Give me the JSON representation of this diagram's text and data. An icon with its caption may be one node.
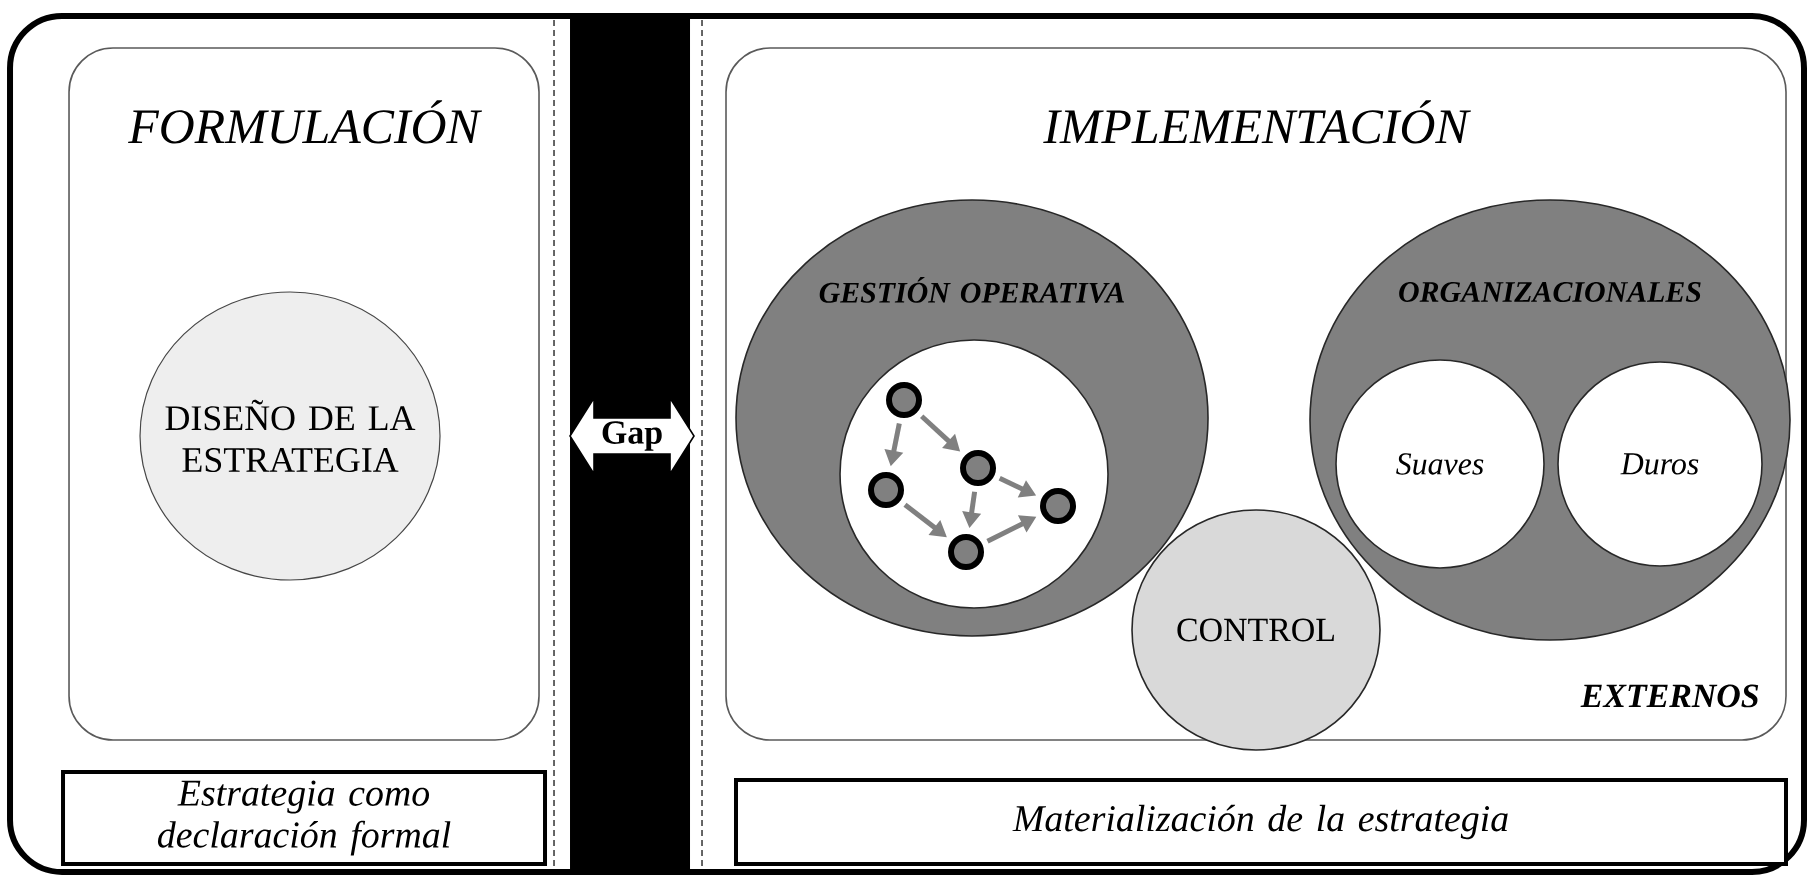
{
  "diagram": {
    "nodes": [
      {
        "text": [
          "FORMULACIÓN"
        ]
      },
      {
        "text": [
          "DISEÑO DE LA ESTRATEGIA"
        ],
        "in": 0
      },
      {
        "text": [
          "Estrategia como declaración formal"
        ]
      },
      {
        "text": [
          "IMPLEMENTACIÓN"
        ]
      },
      {
        "text": [
          "GESTIÓN OPERATIVA"
        ],
        "in": 3
      },
      {
        "text": [],
        "shape": "circle",
        "in": 4
      },
      {
        "text": [],
        "shape": "circle",
        "in": 5
      },
      {
        "text": [],
        "shape": "circle",
        "in": 5
      },
      {
        "text": [],
        "shape": "circle",
        "in": 5
      },
      {
        "text": [],
        "shape": "circle",
        "in": 5
      },
      {
        "text": [],
        "shape": "circle",
        "in": 5
      },
      {
        "text": [
          "ORGANIZACIONALES"
        ],
        "in": 3
      },
      {
        "text": [
          "Suaves"
        ],
        "in": 11
      },
      {
        "text": [
          "Duros"
        ],
        "in": 11
      },
      {
        "text": [
          "CONTROL"
        ],
        "in": 3
      },
      {
        "text": [
          "Materialización de la estrategia"
        ]
      },
      {
        "text": [
          "Gap"
        ]
      }
    ],
    "edges": [
      {
        "from": 6,
        "to": 8,
        "arrow": "to"
      },
      {
        "from": 6,
        "to": 7,
        "arrow": "to"
      },
      {
        "from": 7,
        "to": 9,
        "arrow": "to"
      },
      {
        "from": 8,
        "to": 9,
        "arrow": "to"
      },
      {
        "from": 8,
        "to": 10,
        "arrow": "to"
      },
      {
        "from": 9,
        "to": 10,
        "arrow": "to"
      }
    ],
    "labels": [
      "EXTERNOS"
    ]
  }
}
